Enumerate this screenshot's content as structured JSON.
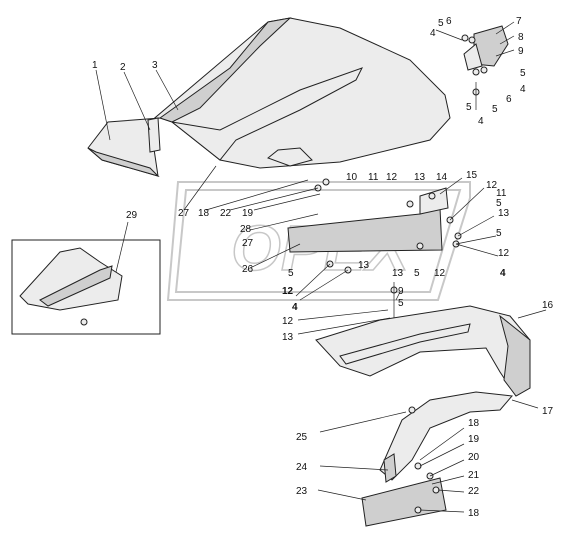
{
  "watermark": "OPEX",
  "colors": {
    "line": "#222222",
    "part_fill": "#ececec",
    "part_shade": "#cfcfcf",
    "watermark": "#9a9a9a"
  },
  "callouts": [
    {
      "id": "c1",
      "text": "1"
    },
    {
      "id": "c2",
      "text": "2"
    },
    {
      "id": "c3",
      "text": "3"
    },
    {
      "id": "c4a",
      "text": "4"
    },
    {
      "id": "c4b",
      "text": "4"
    },
    {
      "id": "c4c",
      "text": "4"
    },
    {
      "id": "c4d",
      "text": "4"
    },
    {
      "id": "c4e",
      "text": "4"
    },
    {
      "id": "c5a",
      "text": "5"
    },
    {
      "id": "c5b",
      "text": "5"
    },
    {
      "id": "c5c",
      "text": "5"
    },
    {
      "id": "c5d",
      "text": "5"
    },
    {
      "id": "c5e",
      "text": "5"
    },
    {
      "id": "c5f",
      "text": "5"
    },
    {
      "id": "c5g",
      "text": "5"
    },
    {
      "id": "c5h",
      "text": "5"
    },
    {
      "id": "c5i",
      "text": "5"
    },
    {
      "id": "c6a",
      "text": "6"
    },
    {
      "id": "c6b",
      "text": "6"
    },
    {
      "id": "c7",
      "text": "7"
    },
    {
      "id": "c8",
      "text": "8"
    },
    {
      "id": "c9a",
      "text": "9"
    },
    {
      "id": "c9b",
      "text": "9"
    },
    {
      "id": "c10",
      "text": "10"
    },
    {
      "id": "c11a",
      "text": "11"
    },
    {
      "id": "c11b",
      "text": "11"
    },
    {
      "id": "c12a",
      "text": "12"
    },
    {
      "id": "c12b",
      "text": "12"
    },
    {
      "id": "c12c",
      "text": "12"
    },
    {
      "id": "c12d",
      "text": "12"
    },
    {
      "id": "c12e",
      "text": "12"
    },
    {
      "id": "c12f",
      "text": "12"
    },
    {
      "id": "c13a",
      "text": "13"
    },
    {
      "id": "c13b",
      "text": "13"
    },
    {
      "id": "c13c",
      "text": "13"
    },
    {
      "id": "c13d",
      "text": "13"
    },
    {
      "id": "c13e",
      "text": "13"
    },
    {
      "id": "c14",
      "text": "14"
    },
    {
      "id": "c15",
      "text": "15"
    },
    {
      "id": "c16",
      "text": "16"
    },
    {
      "id": "c17",
      "text": "17"
    },
    {
      "id": "c18a",
      "text": "18"
    },
    {
      "id": "c18b",
      "text": "18"
    },
    {
      "id": "c18c",
      "text": "18"
    },
    {
      "id": "c19a",
      "text": "19"
    },
    {
      "id": "c19b",
      "text": "19"
    },
    {
      "id": "c20",
      "text": "20"
    },
    {
      "id": "c21",
      "text": "21"
    },
    {
      "id": "c22a",
      "text": "22"
    },
    {
      "id": "c22b",
      "text": "22"
    },
    {
      "id": "c23",
      "text": "23"
    },
    {
      "id": "c24",
      "text": "24"
    },
    {
      "id": "c25",
      "text": "25"
    },
    {
      "id": "c26",
      "text": "26"
    },
    {
      "id": "c27a",
      "text": "27"
    },
    {
      "id": "c27b",
      "text": "27"
    },
    {
      "id": "c28",
      "text": "28"
    },
    {
      "id": "c29",
      "text": "29"
    }
  ]
}
